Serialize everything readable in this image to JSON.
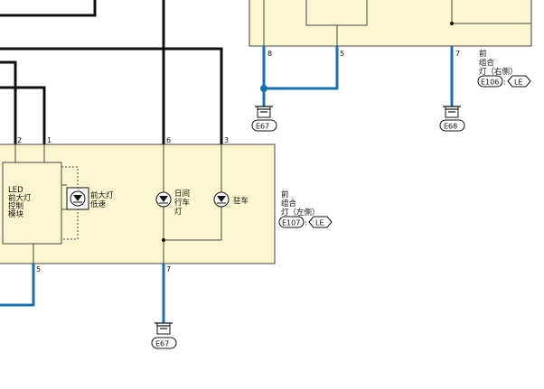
{
  "top_right_component": {
    "pins": {
      "left": "8",
      "mid": "5",
      "right": "7"
    },
    "name_lines": [
      "前",
      "组合",
      "灯（右侧）"
    ],
    "connector": {
      "id": "E106",
      "tag": "LE"
    }
  },
  "bottom_component": {
    "pins": {
      "p2": "2",
      "p1": "1",
      "p6": "6",
      "p3": "3",
      "p5": "5",
      "p7": "7"
    },
    "name_lines": [
      "前",
      "组合",
      "灯（左侧）"
    ],
    "connector": {
      "id": "E107",
      "tag": "LE"
    },
    "led_module_label": [
      "LED",
      "前大灯",
      "控制",
      "模块"
    ],
    "lamp_low": [
      "前大灯",
      "低速"
    ],
    "lamp_drl": [
      "日间",
      "行车",
      "灯"
    ],
    "lamp_park": [
      "驻车"
    ]
  },
  "grounds": {
    "e67_top": "E67",
    "e68": "E68",
    "e67_bottom": "E67"
  },
  "colors": {
    "component_fill": "#fbf6cf",
    "wire_black": "#111111",
    "wire_blue": "#1a6fb0"
  }
}
